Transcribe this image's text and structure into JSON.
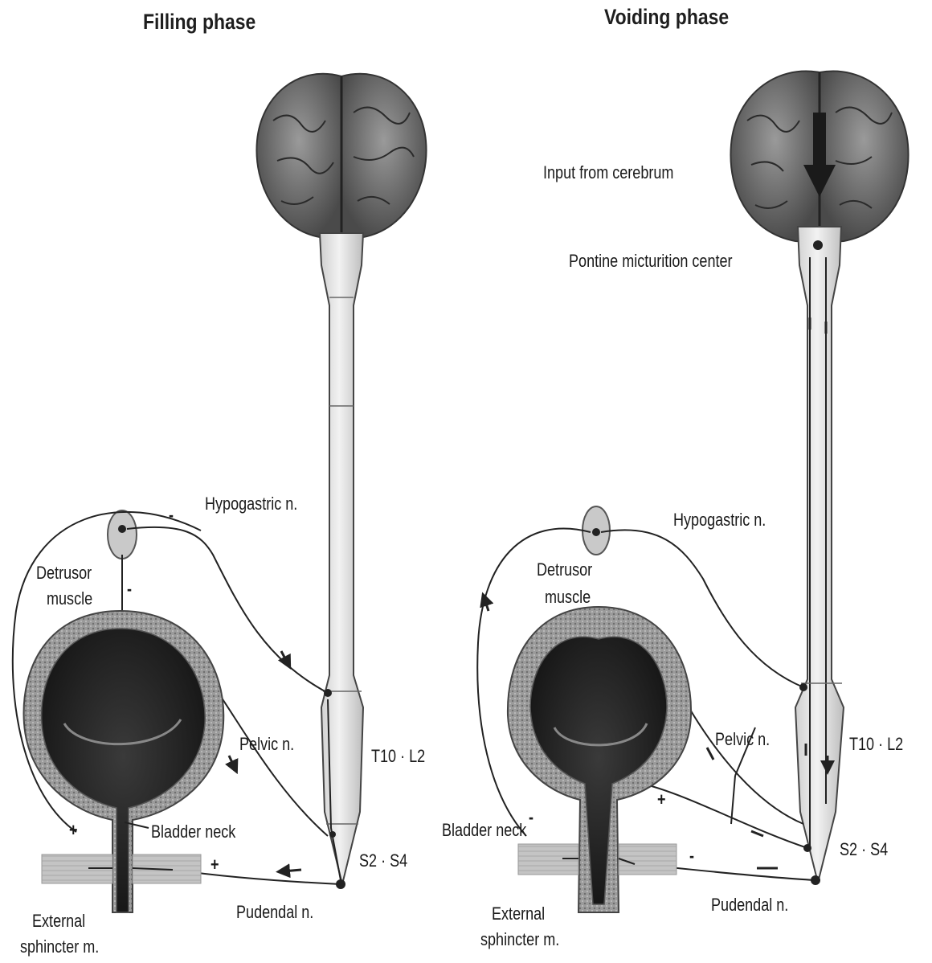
{
  "filling": {
    "title": "Filling phase",
    "hypogastric": "Hypogastric n.",
    "detrusor_1": "Detrusor",
    "detrusor_2": "muscle",
    "pelvic": "Pelvic n.",
    "spinal_upper": "T10 · L2",
    "bladder_neck": "Bladder neck",
    "spinal_lower": "S2 · S4",
    "pudendal": "Pudendal n.",
    "sphincter_1": "External",
    "sphincter_2": "sphincter m.",
    "signs": {
      "minus_a": "-",
      "minus_b": "-",
      "plus_a": "+",
      "plus_b": "+"
    }
  },
  "voiding": {
    "title": "Voiding phase",
    "input": "Input from cerebrum",
    "pontine": "Pontine micturition center",
    "hypogastric": "Hypogastric n.",
    "detrusor_1": "Detrusor",
    "detrusor_2": "muscle",
    "pelvic": "Pelvic n.",
    "spinal_upper": "T10 · L2",
    "bladder_neck": "Bladder neck",
    "spinal_lower": "S2 · S4",
    "pudendal": "Pudendal n.",
    "sphincter_1": "External",
    "sphincter_2": "sphincter m.",
    "signs": {
      "plus_a": "+",
      "minus_a": "-",
      "minus_b": "-"
    }
  }
}
